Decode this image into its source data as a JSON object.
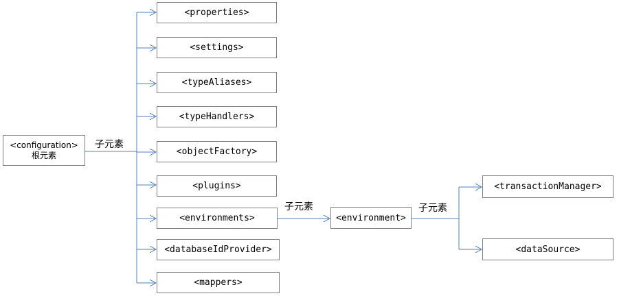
{
  "root": {
    "tag": "<configuration>",
    "caption": "根元素"
  },
  "child_label": "子元素",
  "level1": [
    "<properties>",
    "<settings>",
    "<typeAliases>",
    "<typeHandlers>",
    "<objectFactory>",
    "<plugins>",
    "<environments>",
    "<databaseIdProvider>",
    "<mappers>"
  ],
  "level2": {
    "node": "<environment>",
    "label": "子元素"
  },
  "level3": {
    "label": "子元素",
    "nodes": [
      "<transactionManager>",
      "<dataSource>"
    ]
  },
  "colors": {
    "connector": "#4f81bd",
    "border": "#7f7f7f"
  }
}
